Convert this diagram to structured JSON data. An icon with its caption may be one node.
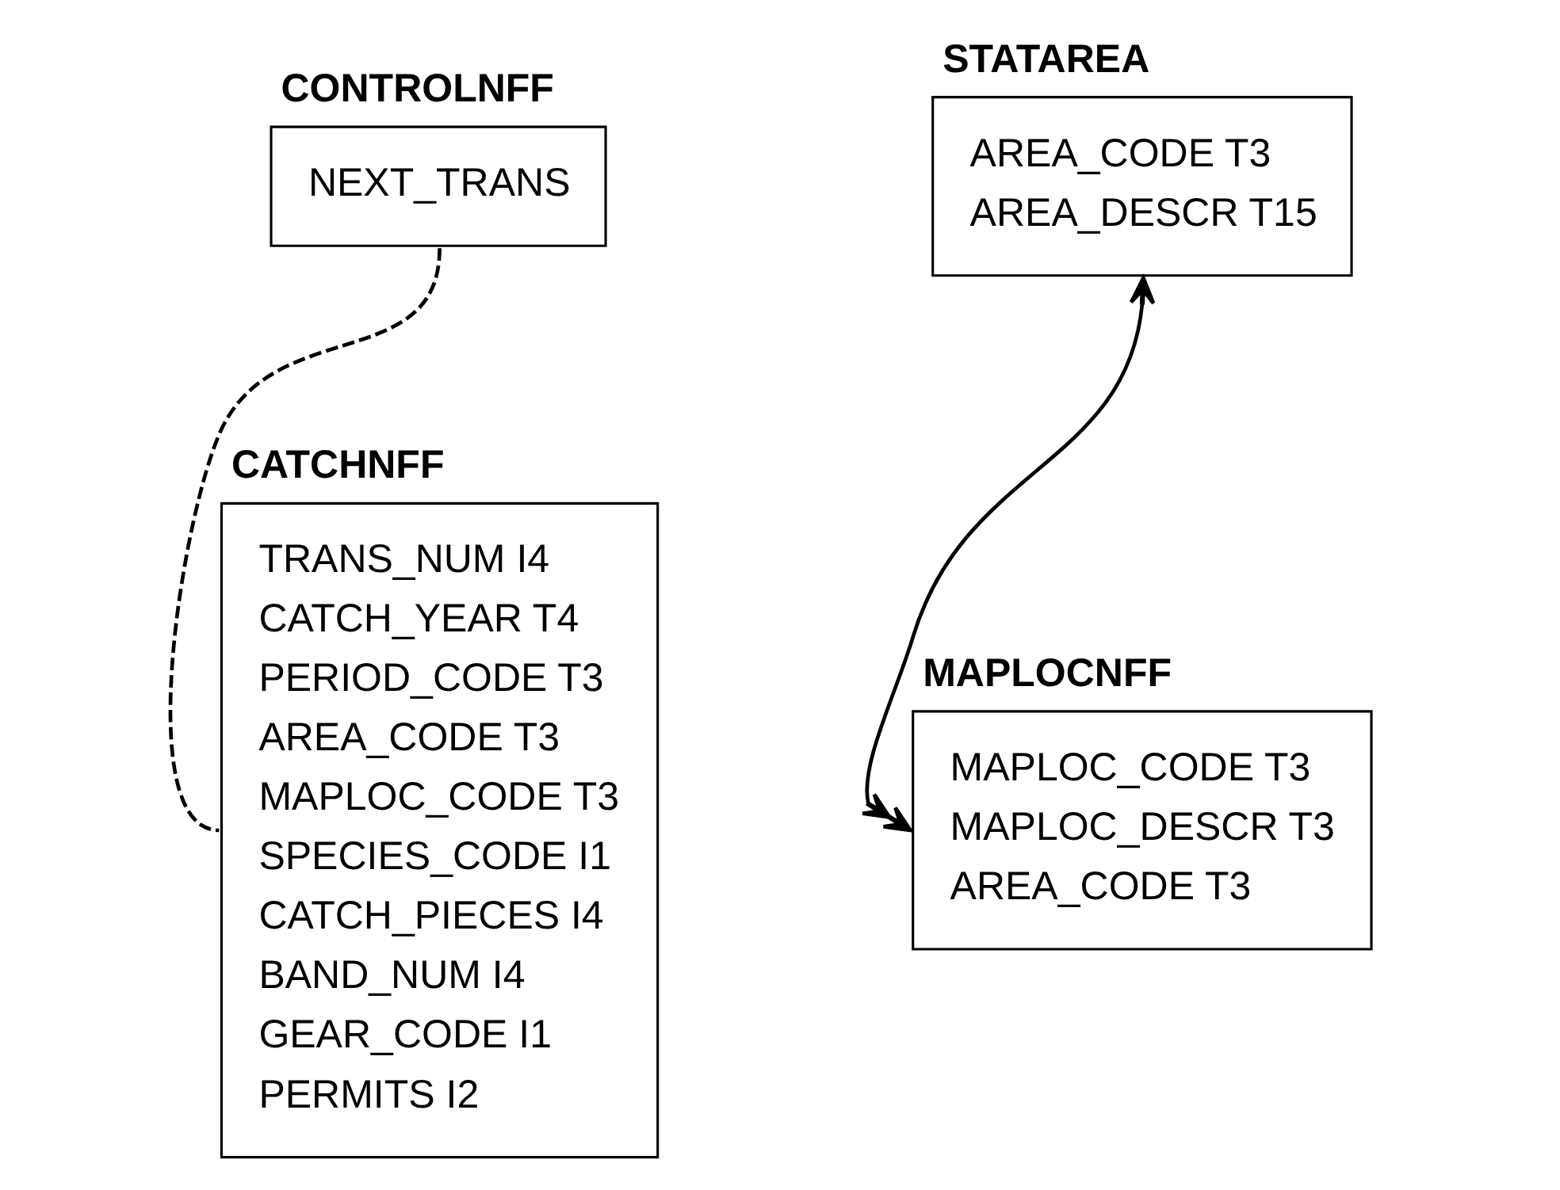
{
  "diagram": {
    "nodes": [
      {
        "text": [
          "CONTROLNFF",
          "NEXT_TRANS"
        ]
      },
      {
        "text": [
          "STATAREA",
          "AREA_CODE T3",
          "AREA_DESCR T15"
        ]
      },
      {
        "text": [
          "CATCHNFF",
          "TRANS_NUM I4",
          "CATCH_YEAR T4",
          "PERIOD_CODE T3",
          "AREA_CODE T3",
          "MAPLOC_CODE T3",
          "SPECIES_CODE I1",
          "CATCH_PIECES I4",
          "BAND_NUM I4",
          "GEAR_CODE I1",
          "PERMITS I2"
        ]
      },
      {
        "text": [
          "MAPLOCNFF",
          "MAPLOC_CODE T3",
          "MAPLOC_DESCR T3",
          "AREA_CODE T3"
        ]
      }
    ],
    "edges": [
      {
        "from": 0,
        "to": 2,
        "arrow": "none",
        "style": "dashed"
      },
      {
        "from": 1,
        "to": 3,
        "arrow": "both"
      }
    ]
  }
}
